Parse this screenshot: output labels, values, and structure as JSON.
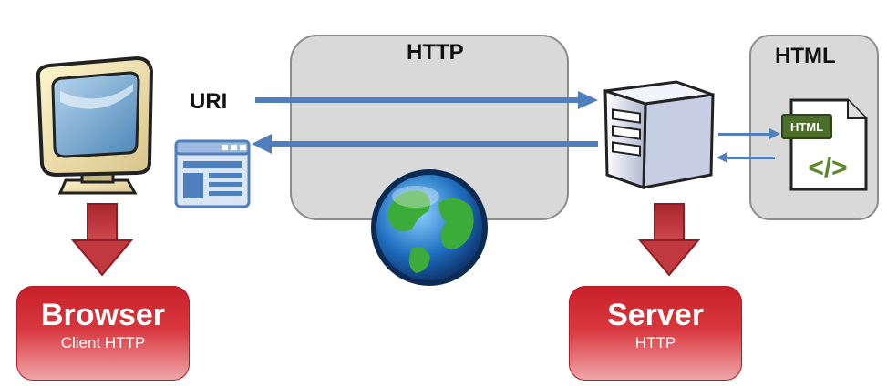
{
  "labels": {
    "http": "HTTP",
    "uri": "URI",
    "html": "HTML",
    "html_tag": "HTML",
    "code_glyph": "</>"
  },
  "browser_box": {
    "title": "Browser",
    "subtitle": "Client HTTP"
  },
  "server_box": {
    "title": "Server",
    "subtitle": "HTTP"
  },
  "colors": {
    "panel_gray": "#d9d9d9",
    "arrow_blue": "#4f7fbd",
    "arrow_red": "#c0393f",
    "box_red": "#c8202a"
  },
  "icons": [
    "monitor-icon",
    "web-page-icon",
    "globe-icon",
    "server-icon",
    "html-document-icon"
  ]
}
